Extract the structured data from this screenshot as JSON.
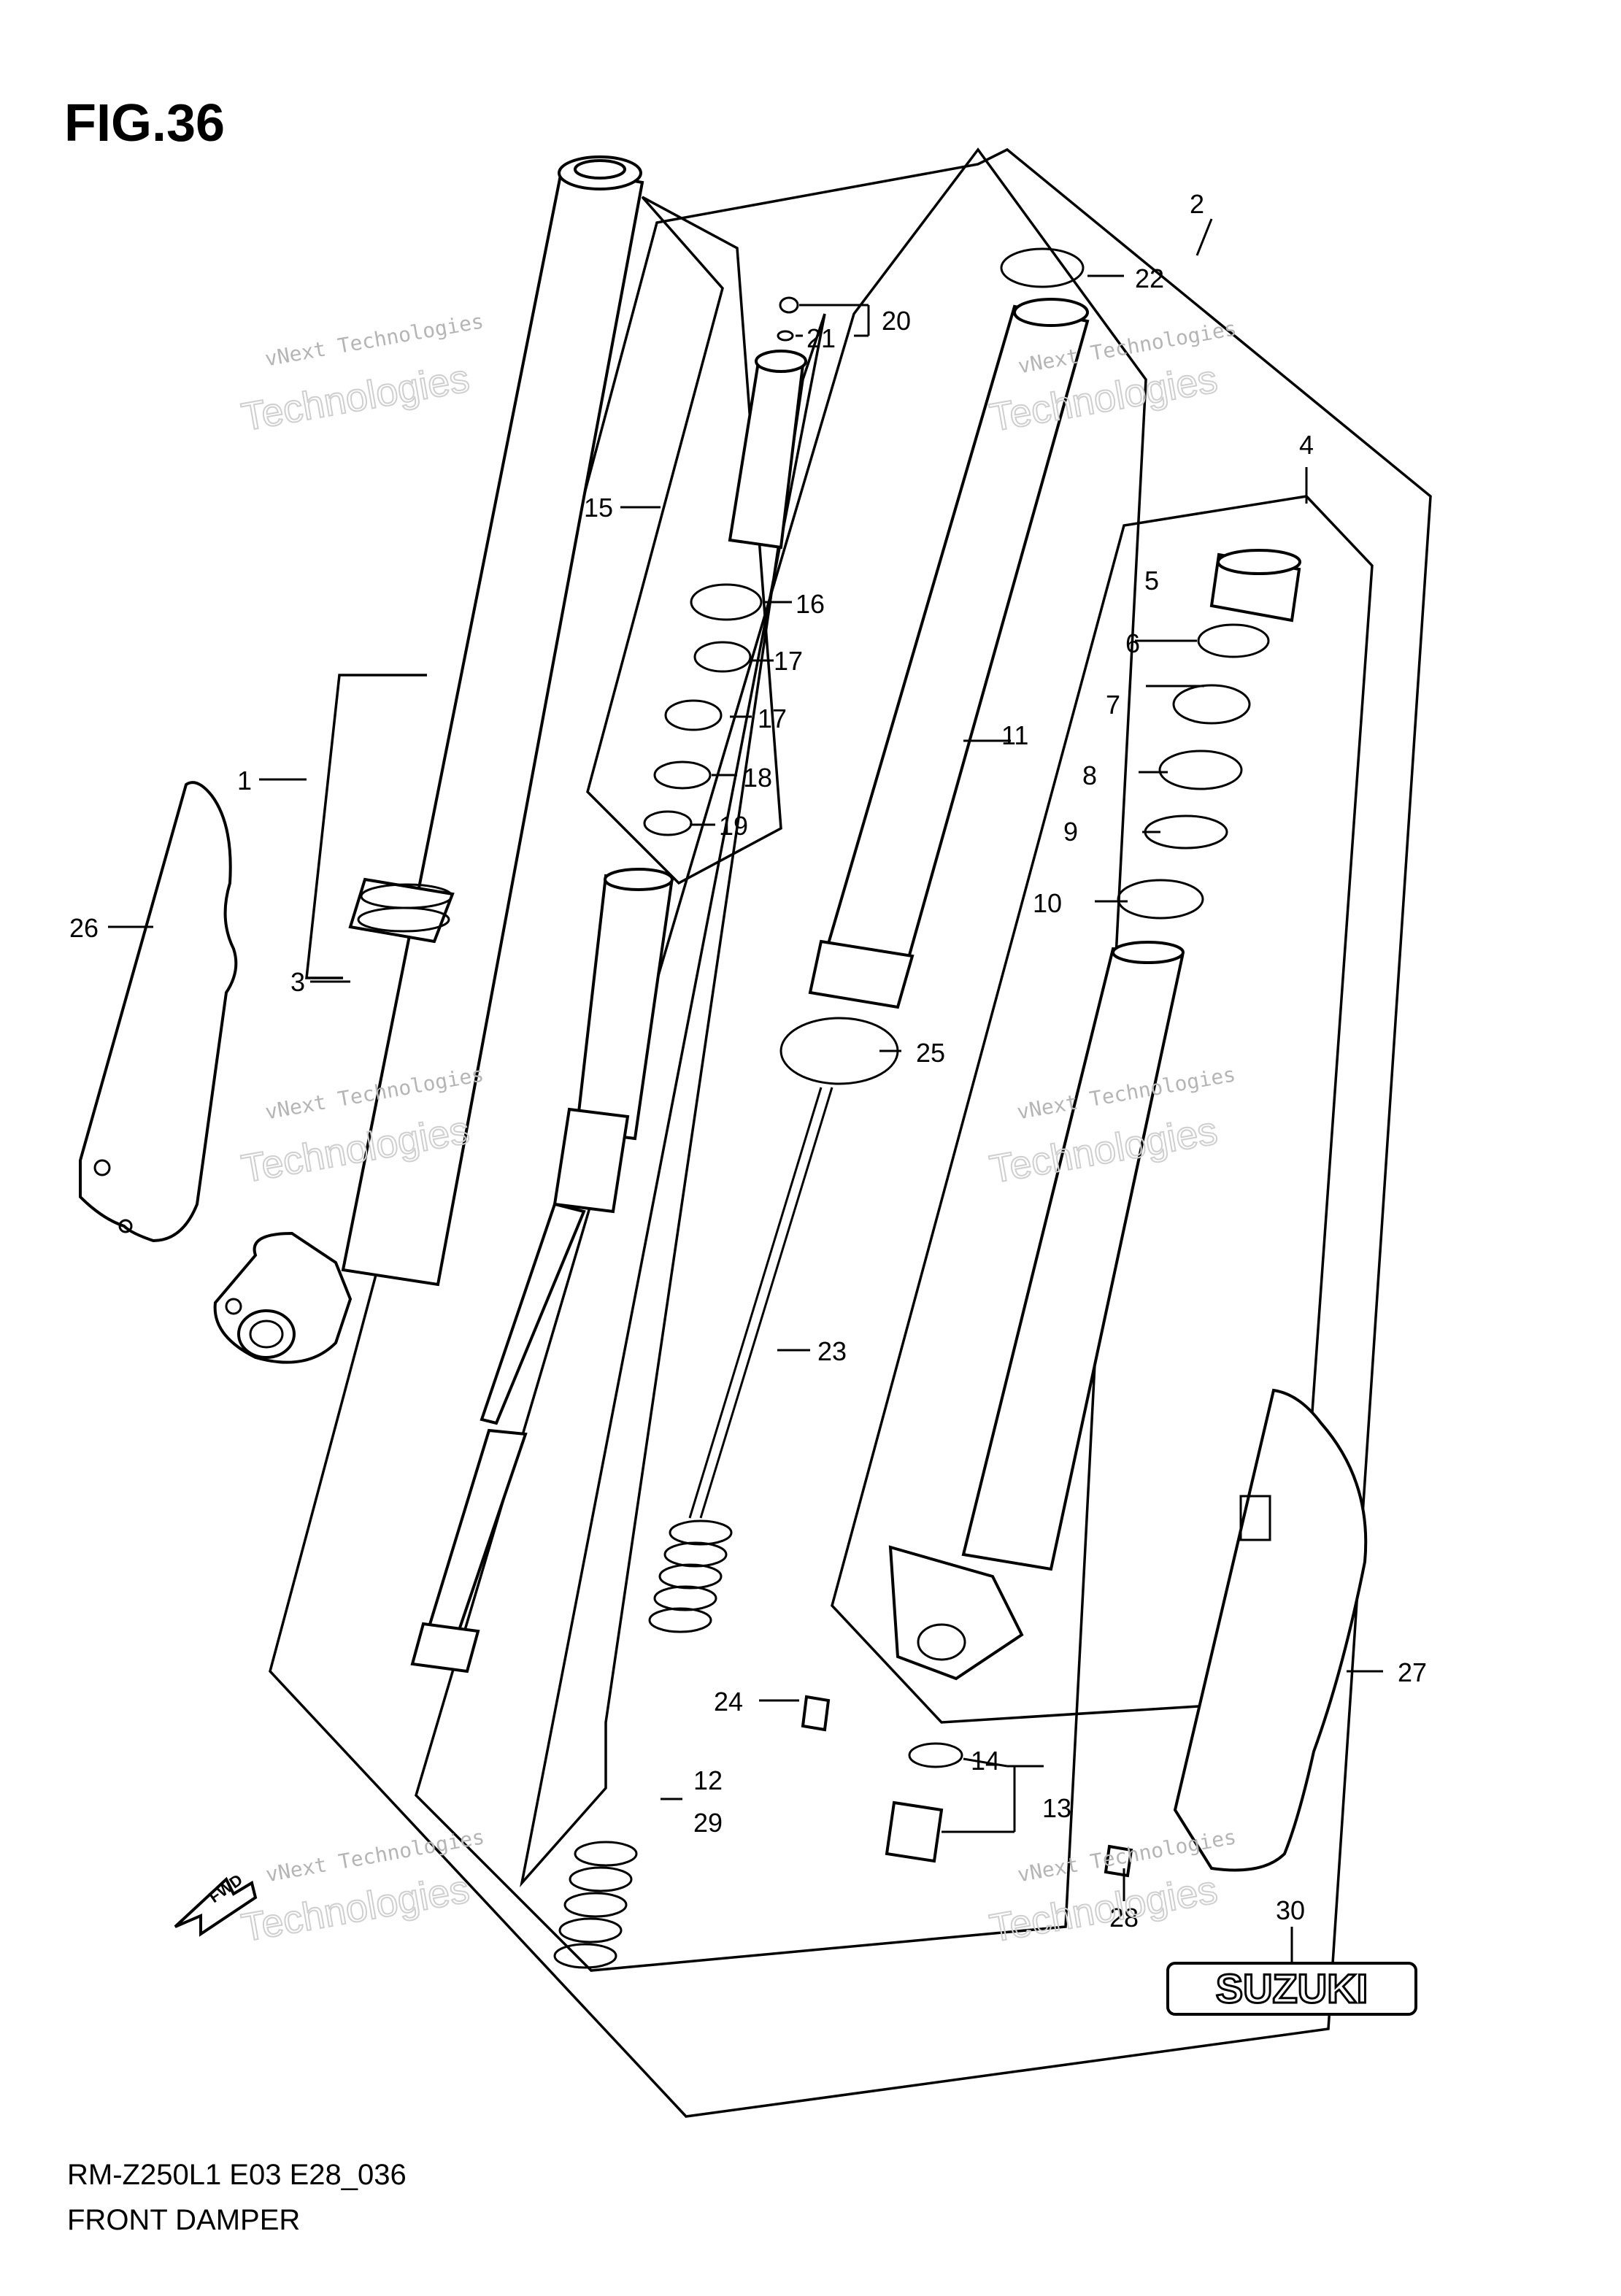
{
  "figure": {
    "title": "FIG.36",
    "model_code": "RM-Z250L1 E03 E28_036",
    "section_name": "FRONT DAMPER",
    "direction_label": "FWD",
    "brand_decal": "SUZUKI"
  },
  "watermarks": [
    {
      "line1": "vNext Technologies",
      "line2": "Technologies"
    },
    {
      "line1": "vNext Technologies",
      "line2": "Technologies"
    },
    {
      "line1": "vNext Technologies",
      "line2": "Technologies"
    },
    {
      "line1": "vNext Technologies",
      "line2": "Technologies"
    },
    {
      "line1": "vNext Technologies",
      "line2": "Technologies"
    },
    {
      "line1": "vNext Technologies",
      "line2": "Technologies"
    }
  ],
  "callouts": [
    {
      "label": "1"
    },
    {
      "label": "2"
    },
    {
      "label": "3"
    },
    {
      "label": "4"
    },
    {
      "label": "5"
    },
    {
      "label": "6"
    },
    {
      "label": "7"
    },
    {
      "label": "8"
    },
    {
      "label": "9"
    },
    {
      "label": "10"
    },
    {
      "label": "11"
    },
    {
      "label": "12"
    },
    {
      "label": "13"
    },
    {
      "label": "14"
    },
    {
      "label": "15"
    },
    {
      "label": "16"
    },
    {
      "label": "17"
    },
    {
      "label": "17"
    },
    {
      "label": "18"
    },
    {
      "label": "19"
    },
    {
      "label": "20"
    },
    {
      "label": "21"
    },
    {
      "label": "22"
    },
    {
      "label": "23"
    },
    {
      "label": "24"
    },
    {
      "label": "25"
    },
    {
      "label": "26"
    },
    {
      "label": "27"
    },
    {
      "label": "28"
    },
    {
      "label": "29"
    },
    {
      "label": "30"
    }
  ]
}
